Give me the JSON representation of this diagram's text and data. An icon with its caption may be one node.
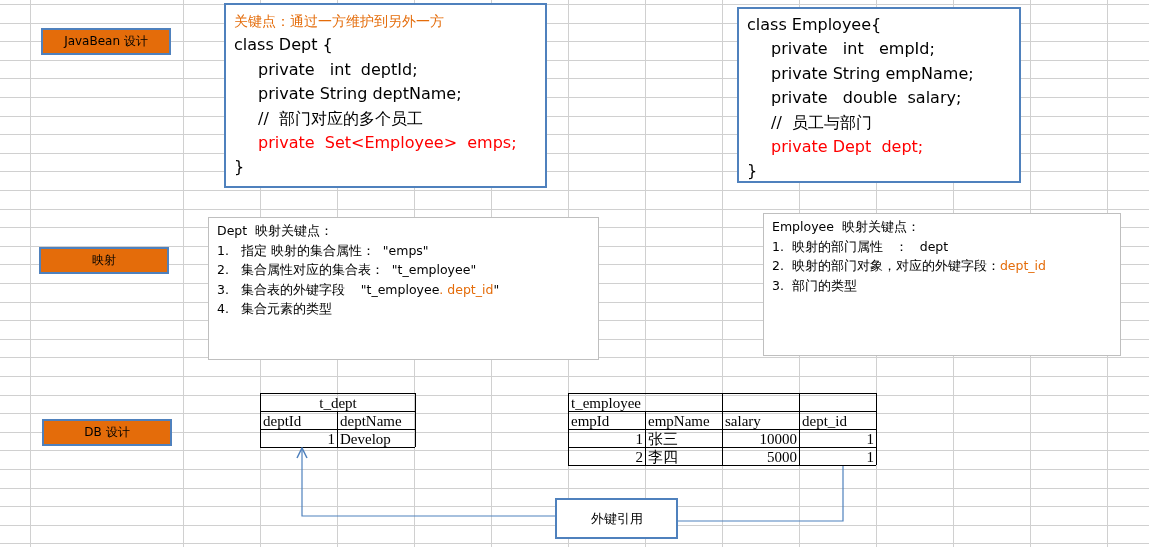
{
  "diagram": {
    "nodes": [
      {
        "text": [
          "JavaBean 设计"
        ]
      },
      {
        "text": [
          "关键点：通过一方维护到另外一方",
          "class Dept {",
          "private   int  deptId;",
          "private String deptName;",
          "//  部门对应的多个员工",
          "private  Set<Employee>  emps;",
          "}"
        ]
      },
      {
        "text": [
          "class Employee{",
          "private   int   empId;",
          "private String empName;",
          "private   double  salary;",
          "//  员工与部门",
          "private Dept  dept;",
          "}"
        ]
      },
      {
        "text": [
          "映射"
        ]
      },
      {
        "text": [
          "Dept  映射关键点：",
          "1.   指定 映射的集合属性：  \"emps\"",
          "2.   集合属性对应的集合表：  \"t_employee\"",
          "3.   集合表的外键字段    \"t_employee",
          ". dept_id",
          "\"",
          "4.   集合元素的类型"
        ]
      },
      {
        "text": [
          "Employee  映射关键点：",
          "1.  映射的部门属性   ：   dept",
          "2.  映射的部门对象，对应的外键字段：",
          "dept_id",
          "3.  部门的类型"
        ]
      },
      {
        "text": [
          "DB 设计"
        ]
      },
      {
        "text": [
          "t_dept",
          "deptId",
          "deptName",
          "1",
          "Develop"
        ]
      },
      {
        "text": [
          "t_employee",
          "empId",
          "empName",
          "salary",
          "dept_id",
          "1",
          "张三",
          "10000",
          "1",
          "2",
          "李四",
          "5000",
          "1"
        ]
      },
      {
        "text": [
          "外键引用"
        ]
      }
    ],
    "edges": [
      {
        "from": 9,
        "to": 7,
        "arrow": "to"
      },
      {
        "from": 8,
        "to": 9,
        "arrow": "none"
      }
    ]
  }
}
